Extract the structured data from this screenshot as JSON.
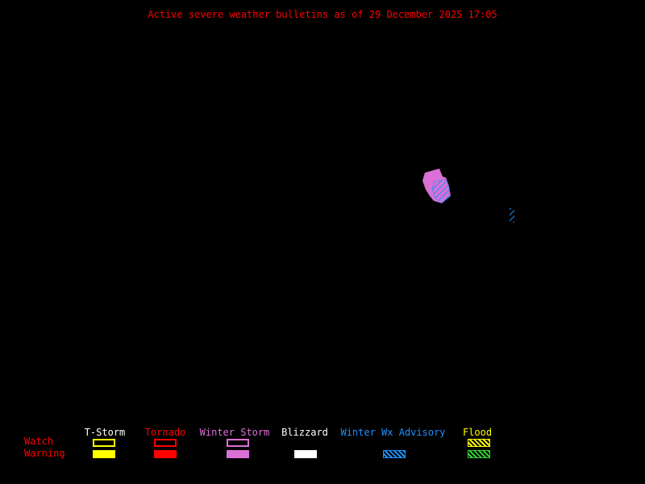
{
  "title": "Active severe weather bulletins as of 29 December 2025 17:05",
  "colors": {
    "background": "#000000",
    "title_text": "#ff0000",
    "label_white": "#ffffff",
    "label_red": "#ff0000",
    "tstorm": "#ffff00",
    "tornado": "#ff0000",
    "winter_storm": "#da70d6",
    "blizzard": "#ffffff",
    "winter_wx_advisory": "#1e90ff",
    "flood_watch": "#ffff00",
    "flood_warning": "#32cd32"
  },
  "legend": {
    "watch_label": "Watch",
    "warning_label": "Warning",
    "columns": [
      {
        "label": "T-Storm",
        "watch_swatch": "yellow-outline",
        "warning_swatch": "yellow-filled"
      },
      {
        "label": "Tornado",
        "watch_swatch": "red-outline",
        "warning_swatch": "red-filled"
      },
      {
        "label": "Winter Storm",
        "watch_swatch": "plum-outline",
        "warning_swatch": "plum-filled"
      },
      {
        "label": "Blizzard",
        "watch_swatch": "none",
        "warning_swatch": "white-filled"
      },
      {
        "label": "Winter Wx Advisory",
        "watch_swatch": "none",
        "warning_swatch": "blue-hatched"
      },
      {
        "label": "Flood",
        "watch_swatch": "yellow-hatched",
        "warning_swatch": "green-hatched"
      }
    ]
  },
  "map": {
    "features": [
      {
        "name": "winter-storm-warning-area",
        "style": "filled plum polygon"
      },
      {
        "name": "winter-wx-advisory-area",
        "style": "blue diagonal hatching over warning area"
      },
      {
        "name": "winter-wx-advisory-spot",
        "style": "small blue hatched mark east of warning area"
      }
    ]
  }
}
